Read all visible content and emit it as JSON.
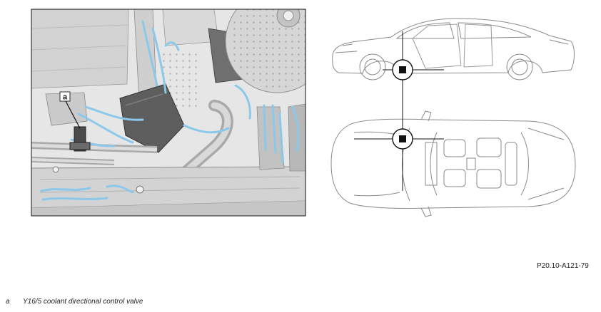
{
  "figure": {
    "reference": "P20.10-A121-79",
    "callout_label": "a"
  },
  "legend": [
    {
      "key": "a",
      "text": "Y16/5 coolant directional control valve"
    }
  ],
  "colors": {
    "highlight": "#8cc8ea",
    "frame": "#333333",
    "engine_bg": "#e4e4e4",
    "car_stroke": "#8a8a8a",
    "marker": "#111111"
  },
  "icons": [
    "location-marker-icon",
    "crosshair-icon"
  ]
}
